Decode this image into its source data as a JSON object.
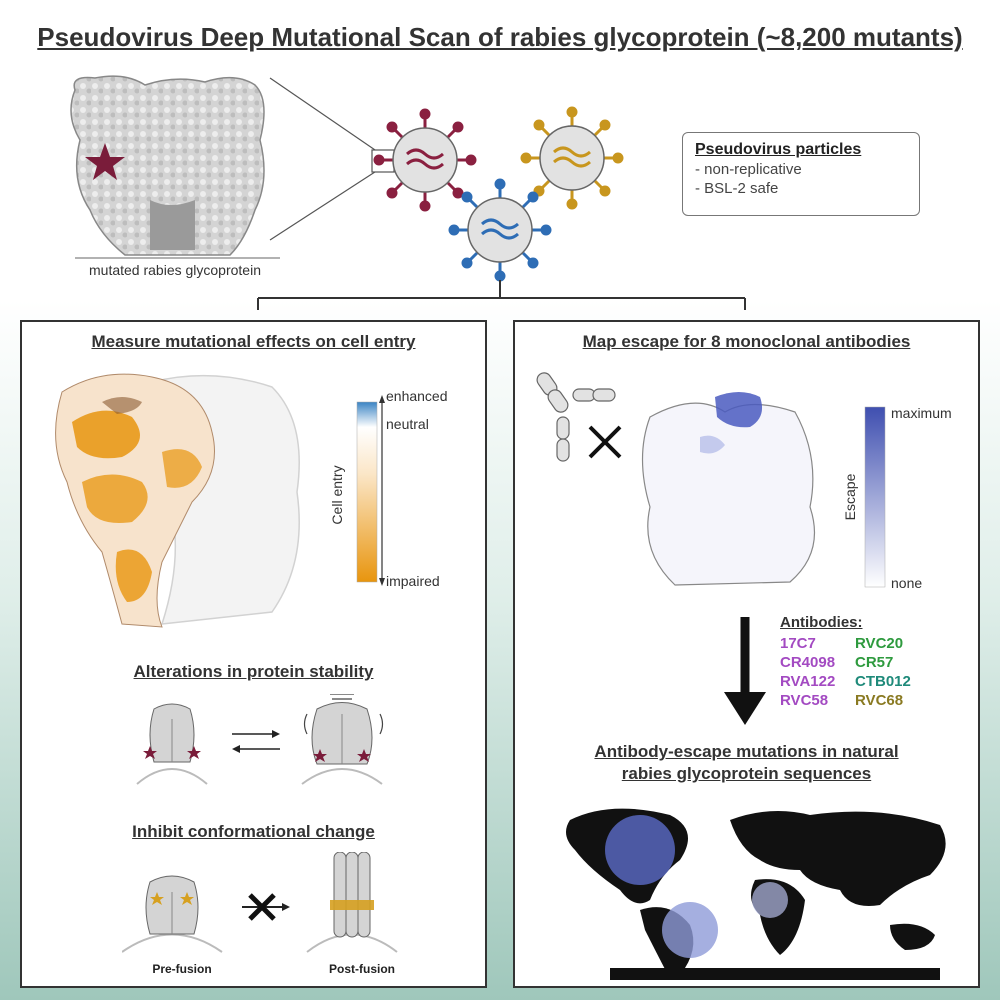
{
  "title": "Pseudovirus Deep Mutational Scan of rabies glycoprotein (~8,200 mutants)",
  "top": {
    "structure_caption": "mutated rabies glycoprotein",
    "info_box": {
      "heading": "Pseudovirus particles",
      "items": [
        "- non-replicative",
        "- BSL-2 safe"
      ]
    }
  },
  "left_panel": {
    "title": "Measure mutational effects on cell entry",
    "colorbar": {
      "label": "Cell entry",
      "top": "enhanced",
      "middle": "neutral",
      "bottom": "impaired"
    },
    "stability_title": "Alterations in protein stability",
    "conformation_title": "Inhibit conformational change",
    "pre_label": "Pre-fusion",
    "post_label": "Post-fusion"
  },
  "right_panel": {
    "title": "Map escape for 8 monoclonal antibodies",
    "colorbar": {
      "label": "Escape",
      "top": "maximum",
      "bottom": "none"
    },
    "antibodies_heading": "Antibodies:",
    "antibodies_left": [
      "17C7",
      "CR4098",
      "RVA122",
      "RVC58"
    ],
    "antibodies_right": [
      "RVC20",
      "CR57",
      "CTB012",
      "RVC68"
    ],
    "map_title_line1": "Antibody-escape mutations in natural",
    "map_title_line2": "rabies glycoprotein sequences"
  },
  "colors": {
    "virus_red": "#8a2040",
    "virus_gold": "#c8961e",
    "virus_blue": "#2e6db5",
    "entry_enhanced": "#3b84c4",
    "entry_impaired": "#e8950e",
    "escape_max": "#3f4fb0",
    "ab_purple": "#a34ac2",
    "ab_green": "#2e9a3e",
    "ab_teal": "#1f8a7a",
    "ab_olive": "#8a7a22",
    "star_red": "#7a1c3a",
    "star_gold": "#d6a020"
  }
}
